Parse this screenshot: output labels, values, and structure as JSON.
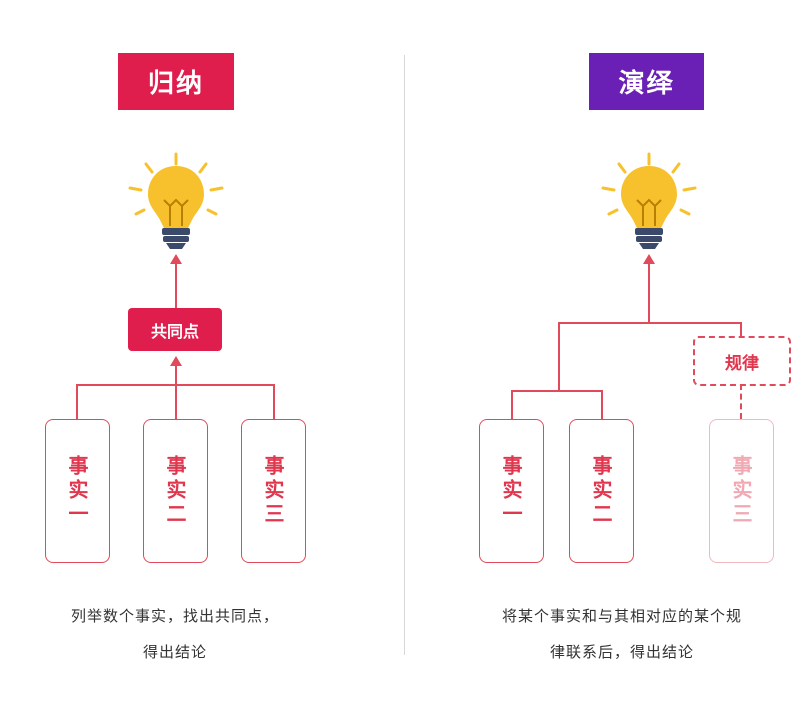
{
  "left": {
    "title": "归纳",
    "title_color": "#e01e4e",
    "pill_label": "共同点",
    "facts": [
      "事实一",
      "事实二",
      "事实三"
    ],
    "caption_line1": "列举数个事实，找出共同点，",
    "caption_line2": "得出结论"
  },
  "right": {
    "title": "演绎",
    "title_color": "#6a1fb5",
    "dashed_label": "规律",
    "facts": [
      "事实一",
      "事实二",
      "事实三"
    ],
    "caption_line1": "将某个事实和与其相对应的某个规",
    "caption_line2": "律联系后，得出结论"
  },
  "icons": {
    "left_bulb": "lightbulb-icon",
    "right_bulb": "lightbulb-icon"
  },
  "colors": {
    "accent": "#e04a5a",
    "bulb_yellow": "#f7c12d",
    "bulb_base": "#3b4a6b"
  }
}
